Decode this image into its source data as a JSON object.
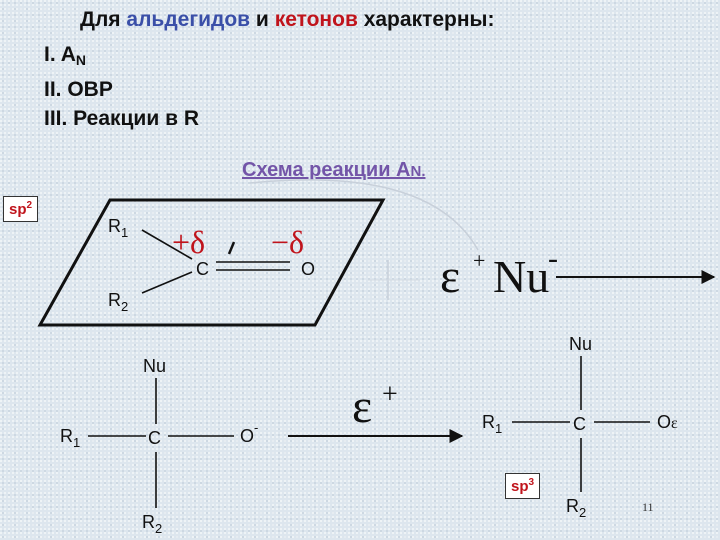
{
  "title": {
    "prefix": "Для",
    "aldehydes": "альдегидов",
    "middle": "и",
    "ketones": "кетонов",
    "suffix": "характерны:"
  },
  "list": [
    {
      "text": "I. A",
      "sub": "N"
    },
    {
      "text": "II. ОВР",
      "sub": ""
    },
    {
      "text": "III. Реакции в R",
      "sub": ""
    }
  ],
  "scheme_title": {
    "text": "Схема реакции A",
    "sub": "N."
  },
  "badges": {
    "sp2": {
      "base": "sp",
      "sup": "2"
    },
    "sp3": {
      "base": "sp",
      "sup": "3"
    }
  },
  "molecule_top": {
    "r1": "R",
    "r1_sub": "1",
    "r2": "R",
    "r2_sub": "2",
    "carbon": "C",
    "oxygen": "O",
    "plus_delta": "+δ",
    "minus_delta": "−δ"
  },
  "reagent": {
    "epsilon": "ε",
    "plus": "+",
    "nu": "Nu",
    "minus": "-"
  },
  "molecule_mid": {
    "nu": "Nu",
    "r1": "R",
    "r1_sub": "1",
    "carbon": "C",
    "oxygen": "O",
    "o_charge": "-",
    "r2": "R",
    "r2_sub": "2"
  },
  "epsilon_mid": {
    "epsilon": "ε",
    "plus": "+"
  },
  "molecule_right": {
    "nu": "Nu",
    "r1": "R",
    "r1_sub": "1",
    "carbon": "C",
    "oxygen": "O",
    "o_epsilon": "ε",
    "r2": "R",
    "r2_sub": "2"
  },
  "page_number": "11"
}
